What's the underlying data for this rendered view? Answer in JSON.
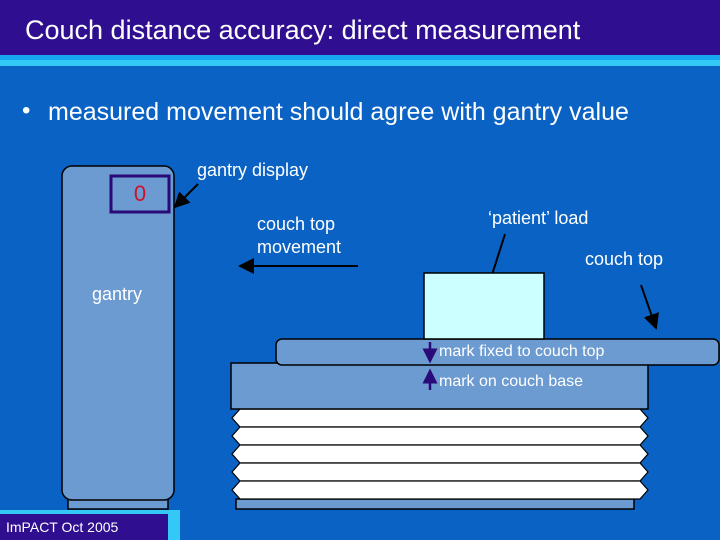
{
  "slide": {
    "title": "Couch distance accuracy: direct measurement",
    "bullet": "measured movement should agree with gantry value"
  },
  "diagram": {
    "gantry_display_label": "gantry display",
    "gantry_display_value": "0",
    "gantry_label": "gantry",
    "movement_label_line1": "couch top",
    "movement_label_line2": "movement",
    "patient_load_label": "‘patient’ load",
    "couch_top_label": "couch top",
    "mark_fixed_label": "mark fixed to couch top",
    "mark_base_label": "mark on couch base"
  },
  "footer": {
    "text": "ImPACT Oct 2005"
  },
  "colors": {
    "background": "#0a63c4",
    "title_bar": "#2f0f8f",
    "accent": "#33c8f5",
    "gantry_fill": "#6b9bd0",
    "patient_load_fill": "#ccffff",
    "display_value": "#d0102a"
  }
}
